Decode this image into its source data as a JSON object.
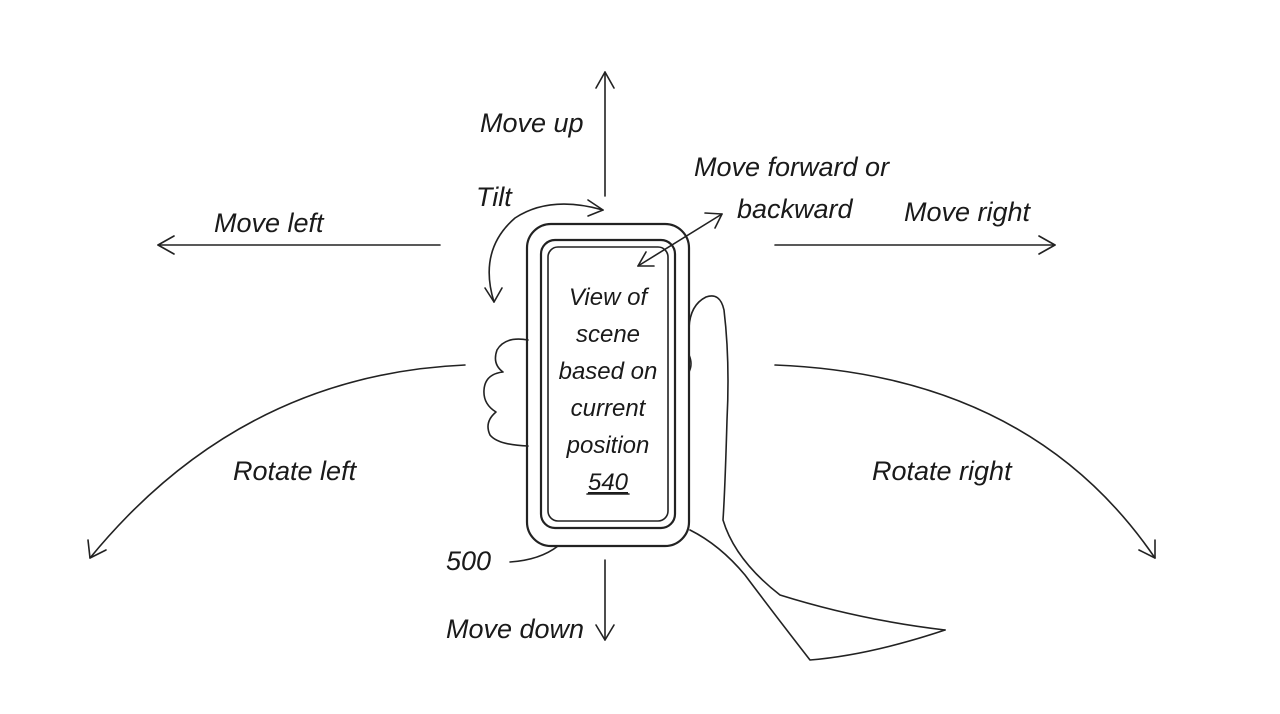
{
  "labels": {
    "move_up": "Move up",
    "move_down": "Move down",
    "move_left": "Move left",
    "move_right": "Move right",
    "tilt": "Tilt",
    "move_forward_line1": "Move forward or",
    "move_forward_line2": "backward",
    "rotate_left": "Rotate left",
    "rotate_right": "Rotate right",
    "device_ref": "500"
  },
  "screen": {
    "lines": [
      "View of",
      "scene",
      "based on",
      "current",
      "position"
    ],
    "ref": "540"
  },
  "colors": {
    "line": "#222222",
    "text": "#1a1a1a",
    "device_shading": "#b8b8b8"
  }
}
